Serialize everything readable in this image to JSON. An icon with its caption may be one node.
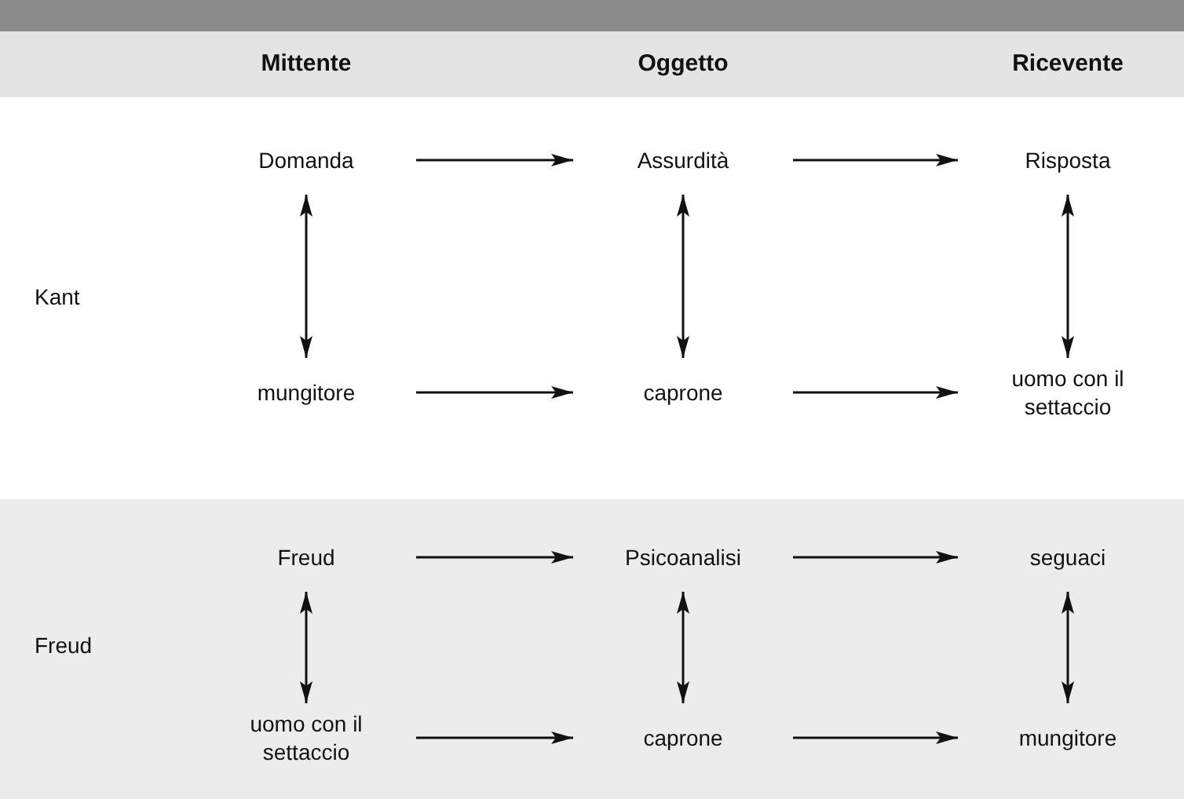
{
  "diagram": {
    "nodes": [
      {
        "text": [
          "Kant"
        ]
      },
      {
        "text": [
          "Domanda"
        ],
        "in": 0
      },
      {
        "text": [
          "Assurdità"
        ],
        "in": 0
      },
      {
        "text": [
          "Risposta"
        ],
        "in": 0
      },
      {
        "text": [
          "mungitore"
        ],
        "in": 0
      },
      {
        "text": [
          "caprone"
        ],
        "in": 0
      },
      {
        "text": [
          "uomo con il settaccio"
        ],
        "in": 0
      },
      {
        "text": [
          "Freud"
        ]
      },
      {
        "text": [
          "Freud"
        ],
        "in": 7
      },
      {
        "text": [
          "Psicoanalisi"
        ],
        "in": 7
      },
      {
        "text": [
          "seguaci"
        ],
        "in": 7
      },
      {
        "text": [
          "uomo con il settaccio"
        ],
        "in": 7
      },
      {
        "text": [
          "caprone"
        ],
        "in": 7
      },
      {
        "text": [
          "mungitore"
        ],
        "in": 7
      }
    ],
    "edges": [
      {
        "from": 1,
        "to": 2,
        "arrow": "to"
      },
      {
        "from": 2,
        "to": 3,
        "arrow": "to"
      },
      {
        "from": 1,
        "to": 4,
        "arrow": "both"
      },
      {
        "from": 2,
        "to": 5,
        "arrow": "both"
      },
      {
        "from": 3,
        "to": 6,
        "arrow": "both"
      },
      {
        "from": 4,
        "to": 5,
        "arrow": "to"
      },
      {
        "from": 5,
        "to": 6,
        "arrow": "to"
      },
      {
        "from": 8,
        "to": 9,
        "arrow": "to"
      },
      {
        "from": 9,
        "to": 10,
        "arrow": "to"
      },
      {
        "from": 8,
        "to": 11,
        "arrow": "both"
      },
      {
        "from": 9,
        "to": 12,
        "arrow": "both"
      },
      {
        "from": 10,
        "to": 13,
        "arrow": "both"
      },
      {
        "from": 11,
        "to": 12,
        "arrow": "to"
      },
      {
        "from": 12,
        "to": 13,
        "arrow": "to"
      }
    ],
    "labels": [
      "Mittente",
      "Oggetto",
      "Ricevente"
    ]
  }
}
